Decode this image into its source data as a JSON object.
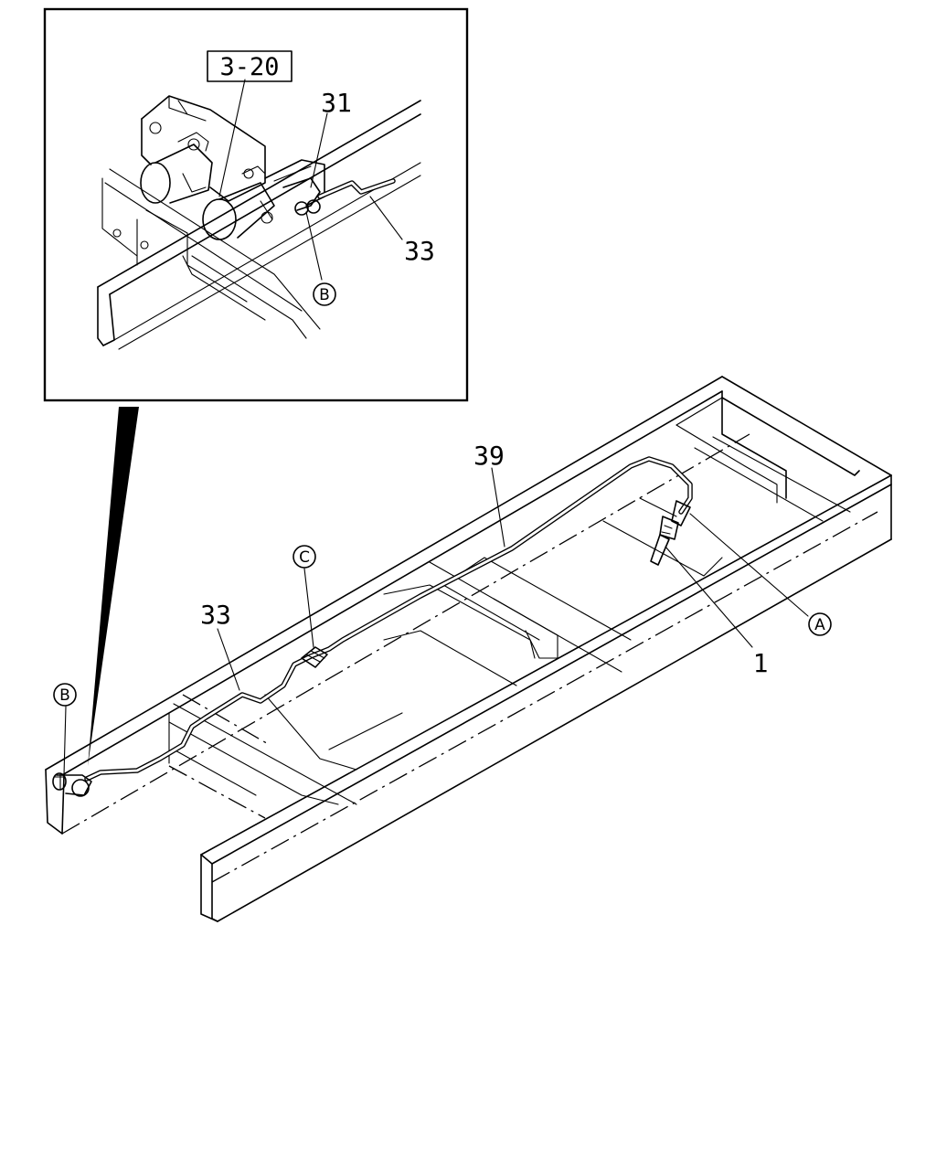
{
  "diagram": {
    "inset_reference": "3-20",
    "part_labels": {
      "inset_31": "31",
      "inset_33": "33",
      "main_39": "39",
      "main_33": "33",
      "main_1": "1"
    },
    "callouts": {
      "inset_B": "B",
      "main_B": "B",
      "main_C": "C",
      "main_A": "A"
    }
  }
}
